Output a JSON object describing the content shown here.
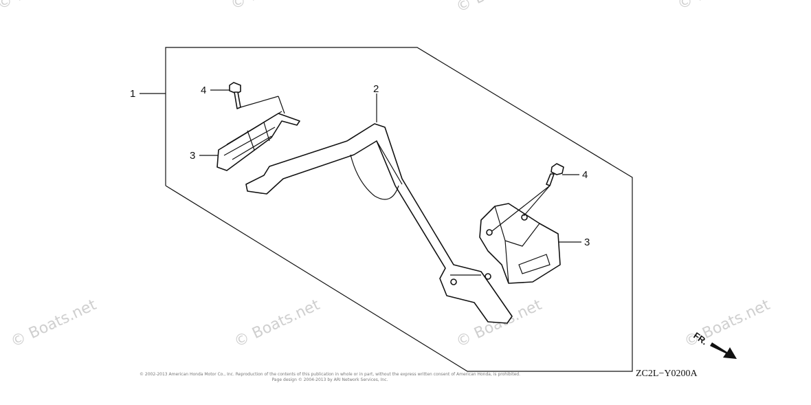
{
  "watermarks": [
    "© Boats.net",
    "© Boats.net",
    "© Boats.net",
    "© Boats.net",
    "© Boats.net",
    "© Boats.net",
    "© Boats.net",
    "© Boats.net"
  ],
  "callouts": {
    "kit": "1",
    "handle": "2",
    "holder_left": "3",
    "holder_right": "3",
    "bolt_left": "4",
    "bolt_right": "4"
  },
  "diagram_code": "ZC2L−Y0200A",
  "direction_label": "FR.",
  "footer": {
    "line1": "© 2002-2013 American Honda Motor Co., Inc. Reproduction of the contents of this publication in whole or in part, without the express written consent of American Honda, is prohibited.",
    "line2": "Page design © 2004-2013 by ARI Network Services, Inc."
  }
}
